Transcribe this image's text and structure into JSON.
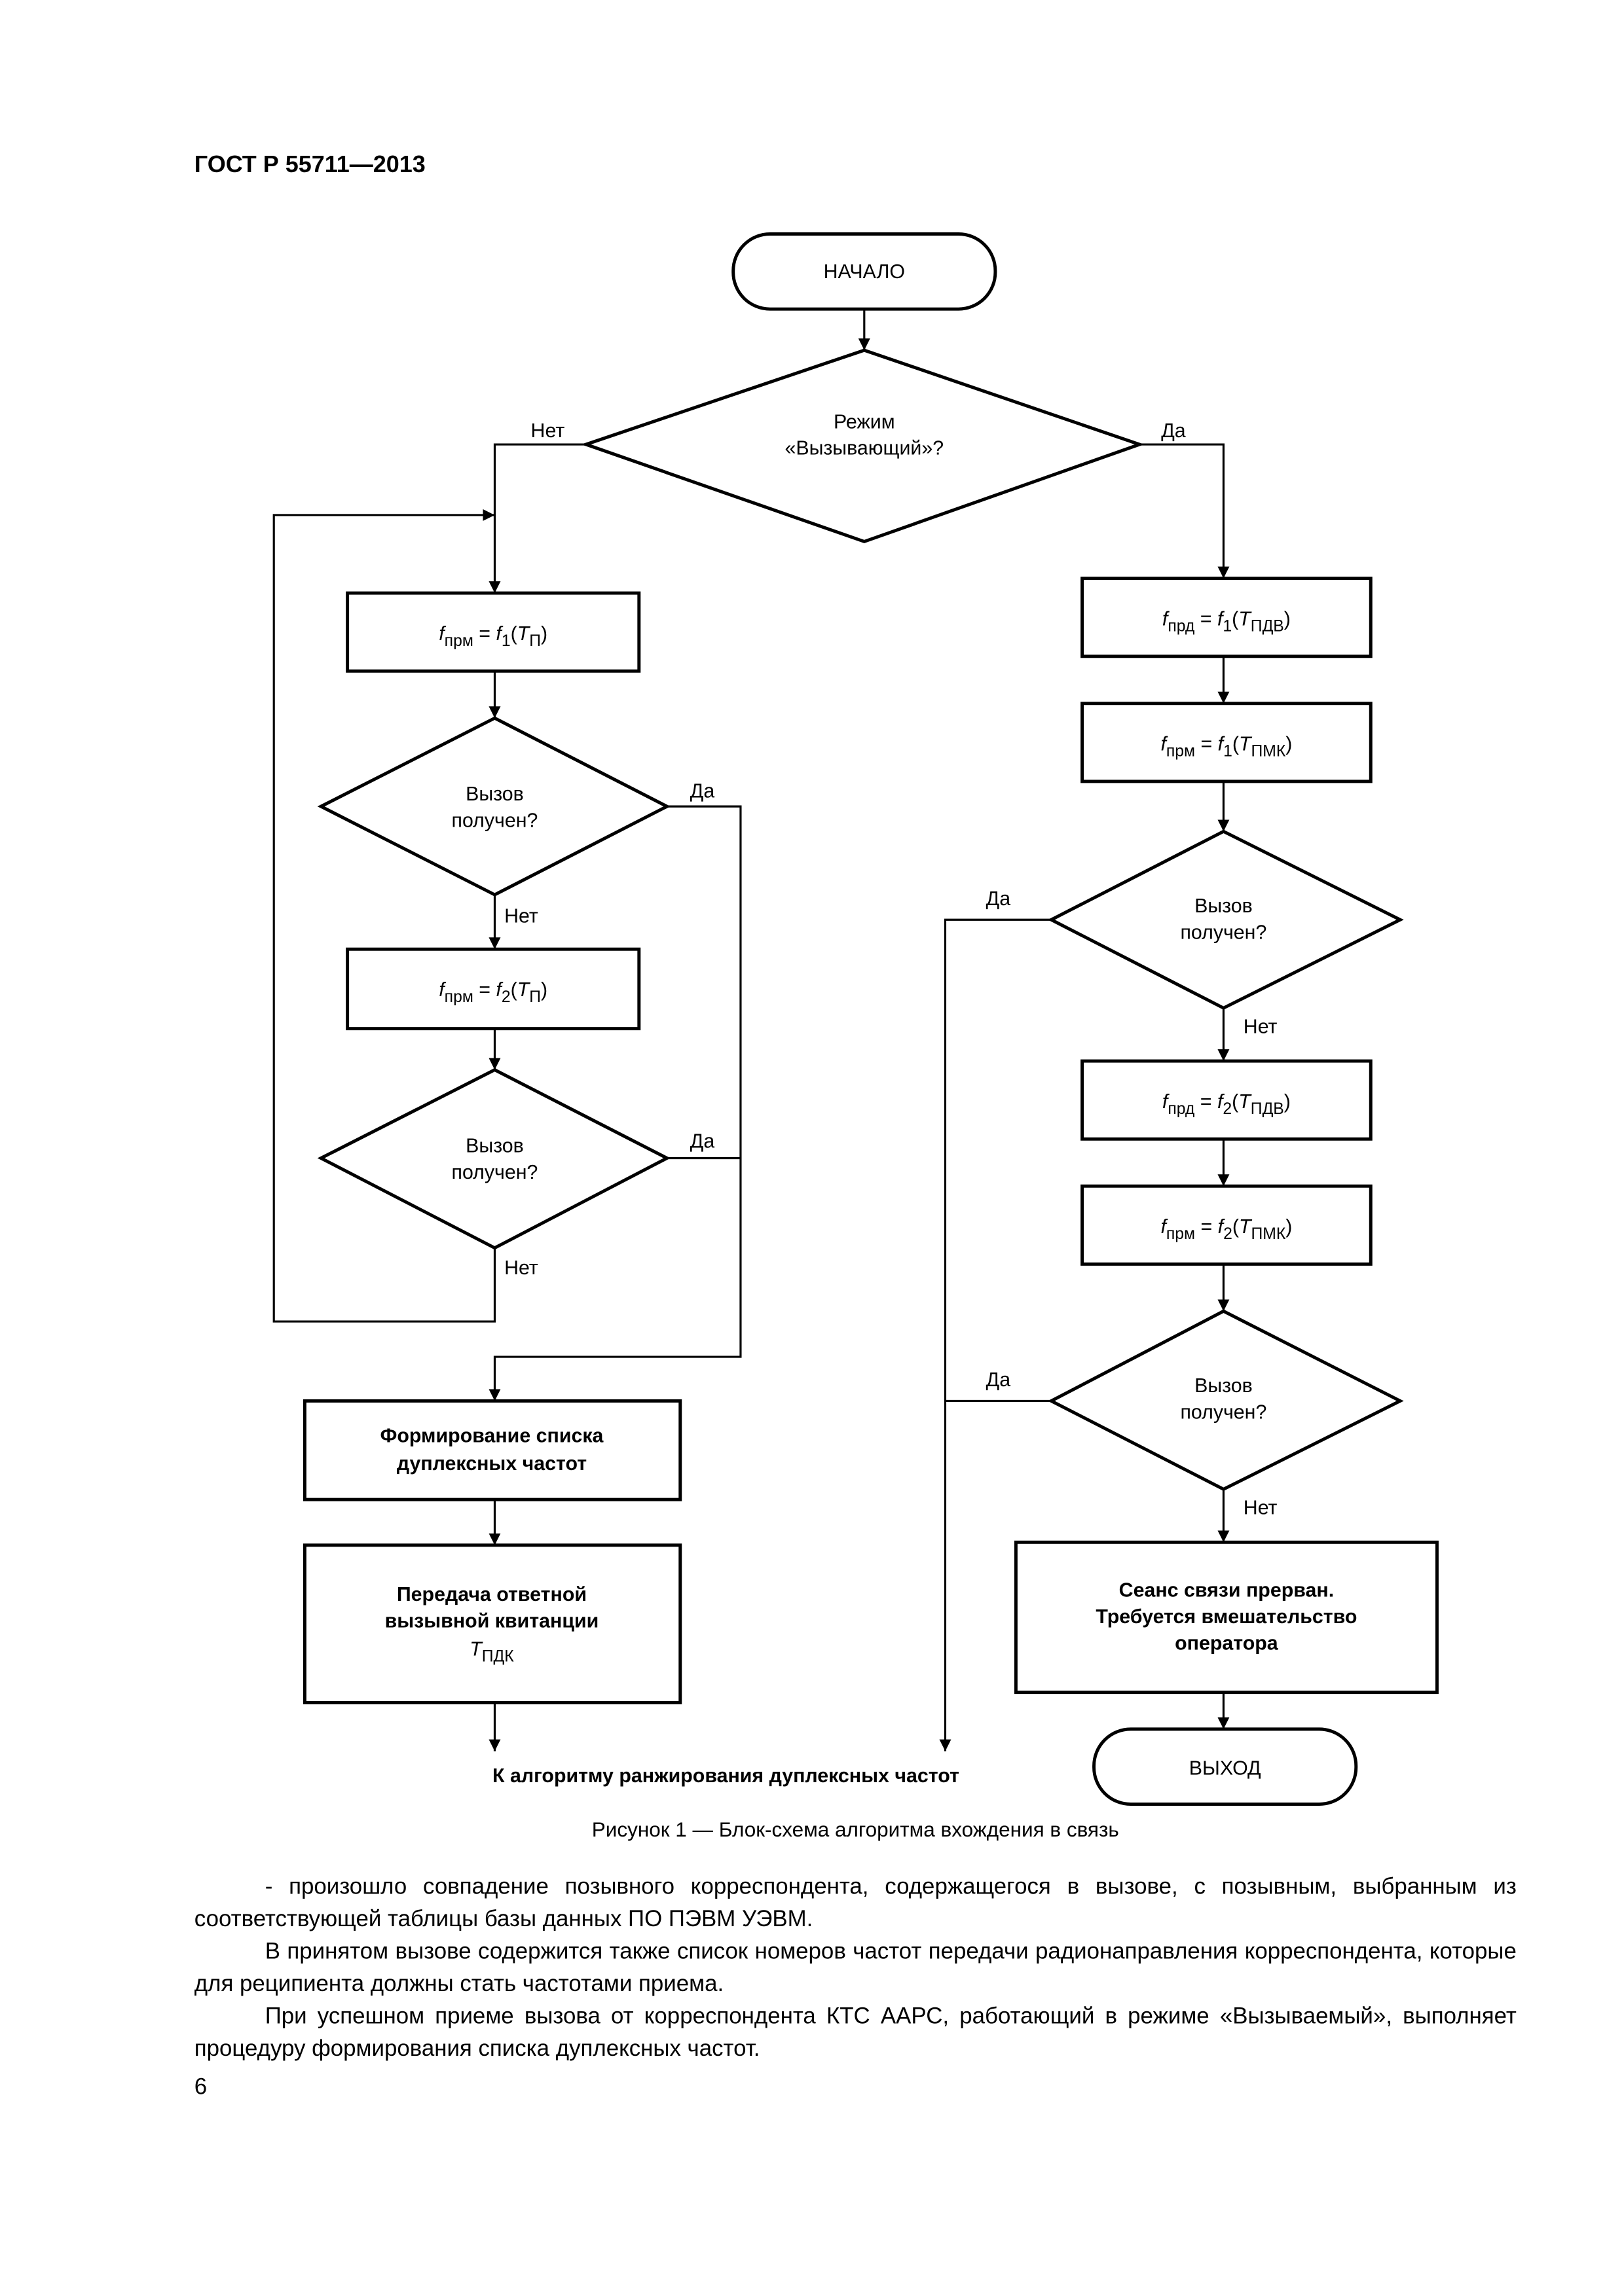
{
  "header": {
    "doc_id": "ГОСТ Р 55711—2013"
  },
  "flowchart": {
    "start": "НАЧАЛО",
    "exit": "ВЫХОД",
    "mode_decision": {
      "line1": "Режим",
      "line2": "«Вызывающий»?"
    },
    "labels": {
      "yes": "Да",
      "no": "Нет"
    },
    "call_received": {
      "line1": "Вызов",
      "line2": "получен?"
    },
    "formulas": {
      "left1": [
        {
          "t": "f",
          "i": true
        },
        {
          "t": "прм",
          "sub": true
        },
        {
          "t": " = "
        },
        {
          "t": "f",
          "i": true
        },
        {
          "t": "1",
          "sub": true
        },
        {
          "t": "("
        },
        {
          "t": "T",
          "i": true
        },
        {
          "t": "П",
          "sub": true
        },
        {
          "t": ")"
        }
      ],
      "left2": [
        {
          "t": "f",
          "i": true
        },
        {
          "t": "прм",
          "sub": true
        },
        {
          "t": " = "
        },
        {
          "t": "f",
          "i": true
        },
        {
          "t": "2",
          "sub": true
        },
        {
          "t": "("
        },
        {
          "t": "T",
          "i": true
        },
        {
          "t": "П",
          "sub": true
        },
        {
          "t": ")"
        }
      ],
      "right1": [
        {
          "t": "f",
          "i": true
        },
        {
          "t": "прд",
          "sub": true
        },
        {
          "t": " = "
        },
        {
          "t": "f",
          "i": true
        },
        {
          "t": "1",
          "sub": true
        },
        {
          "t": "("
        },
        {
          "t": "T",
          "i": true
        },
        {
          "t": "ПДВ",
          "sub": true
        },
        {
          "t": ")"
        }
      ],
      "right2": [
        {
          "t": "f",
          "i": true
        },
        {
          "t": "прм",
          "sub": true
        },
        {
          "t": " = "
        },
        {
          "t": "f",
          "i": true
        },
        {
          "t": "1",
          "sub": true
        },
        {
          "t": "("
        },
        {
          "t": "T",
          "i": true
        },
        {
          "t": "ПМК",
          "sub": true
        },
        {
          "t": ")"
        }
      ],
      "right3": [
        {
          "t": "f",
          "i": true
        },
        {
          "t": "прд",
          "sub": true
        },
        {
          "t": " = "
        },
        {
          "t": "f",
          "i": true
        },
        {
          "t": "2",
          "sub": true
        },
        {
          "t": "("
        },
        {
          "t": "T",
          "i": true
        },
        {
          "t": "ПДВ",
          "sub": true
        },
        {
          "t": ")"
        }
      ],
      "right4": [
        {
          "t": "f",
          "i": true
        },
        {
          "t": "прм",
          "sub": true
        },
        {
          "t": " = "
        },
        {
          "t": "f",
          "i": true
        },
        {
          "t": "2",
          "sub": true
        },
        {
          "t": "("
        },
        {
          "t": "T",
          "i": true
        },
        {
          "t": "ПМК",
          "sub": true
        },
        {
          "t": ")"
        }
      ]
    },
    "form_list": {
      "line1": "Формирование списка",
      "line2": "дуплексных частот"
    },
    "send_receipt": {
      "line1": "Передача ответной",
      "line2": "вызывной квитанции",
      "var": "T",
      "var_sub": "ПДК"
    },
    "session_broken": {
      "line1": "Сеанс связи прерван.",
      "line2": "Требуется вмешательство",
      "line3": "оператора"
    },
    "to_ranking": "К алгоритму ранжирования дуплексных частот"
  },
  "caption": "Рисунок 1 — Блок-схема алгоритма вхождения в связь",
  "paragraphs": [
    "- произошло совпадение позывного корреспондента, содержащегося в вызове, с позывным, выбранным из соответствующей таблицы базы данных ПО ПЭВМ УЭВМ.",
    "В принятом вызове содержится также список номеров частот передачи радионаправления корреспондента, которые для реципиента должны стать частотами приема.",
    "При успешном приеме вызова от корреспондента КТС ААРС, работающий в режиме «Вызываемый», выполняет процедуру формирования списка дуплексных частот."
  ],
  "page_number": "6"
}
